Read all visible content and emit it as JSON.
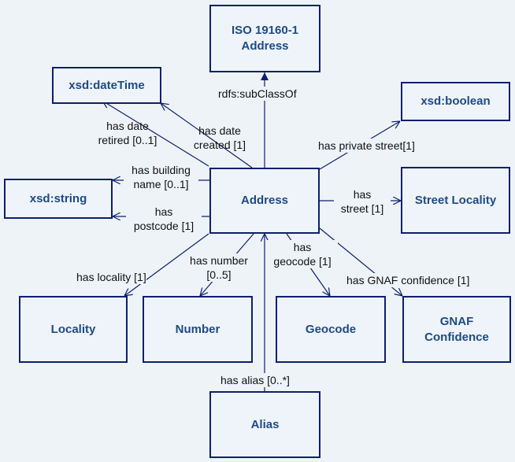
{
  "nodes": {
    "iso": {
      "line1": "ISO 19160-1",
      "line2": "Address"
    },
    "datetime": {
      "label": "xsd:dateTime"
    },
    "boolean": {
      "label": "xsd:boolean"
    },
    "string": {
      "label": "xsd:string"
    },
    "address": {
      "label": "Address"
    },
    "street_locality": {
      "label": "Street Locality"
    },
    "locality": {
      "label": "Locality"
    },
    "number": {
      "label": "Number"
    },
    "geocode": {
      "label": "Geocode"
    },
    "gnaf": {
      "line1": "GNAF",
      "line2": "Confidence"
    },
    "alias": {
      "label": "Alias"
    }
  },
  "edges": {
    "subclass": "rdfs:subClassOf",
    "date_retired": {
      "line1": "has date",
      "line2": "retired [0..1]"
    },
    "date_created": {
      "line1": "has date",
      "line2": "created [1]"
    },
    "private_street": "has private street[1]",
    "building_name": {
      "line1": "has building",
      "line2": "name [0..1]"
    },
    "postcode": {
      "line1": "has",
      "line2": "postcode [1]"
    },
    "street": {
      "line1": "has",
      "line2": "street [1]"
    },
    "locality": "has locality [1]",
    "number": {
      "line1": "has number",
      "line2": "[0..5]"
    },
    "geocode": {
      "line1": "has",
      "line2": "geocode [1]"
    },
    "gnaf": "has GNAF confidence [1]",
    "alias": "has alias [0..*]"
  }
}
